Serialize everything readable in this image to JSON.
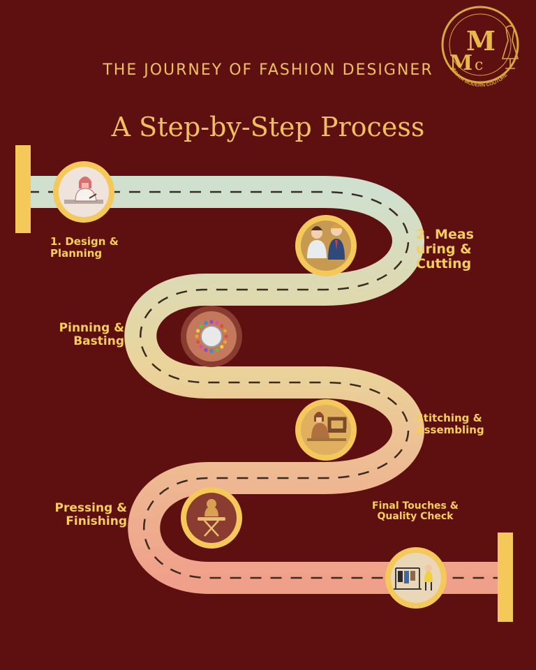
{
  "header": {
    "title": "THE JOURNEY OF FASHION DESIGNER",
    "subtitle": "A Step-by-Step Process"
  },
  "logo": {
    "letters": "MMC",
    "ring_text": "MIRAYA MODERN COUTURE"
  },
  "steps": [
    {
      "label": "1. Design & Planning",
      "icon": "designer-sketching-icon"
    },
    {
      "label": "2. Measuring & Cutting",
      "icon": "tailor-measuring-icon"
    },
    {
      "label": "Pinning & Basting",
      "icon": "pincushion-icon"
    },
    {
      "label": "Stitching & Assembling",
      "icon": "sewing-machine-icon"
    },
    {
      "label": "Pressing & Finishing",
      "icon": "ironing-board-icon"
    },
    {
      "label": "Final Touches & Quality Check",
      "icon": "clothing-rack-icon"
    }
  ],
  "colors": {
    "background": "#5e1010",
    "accent": "#f0c060",
    "road_start": "#cfe0cf",
    "road_end": "#f0a08a"
  }
}
